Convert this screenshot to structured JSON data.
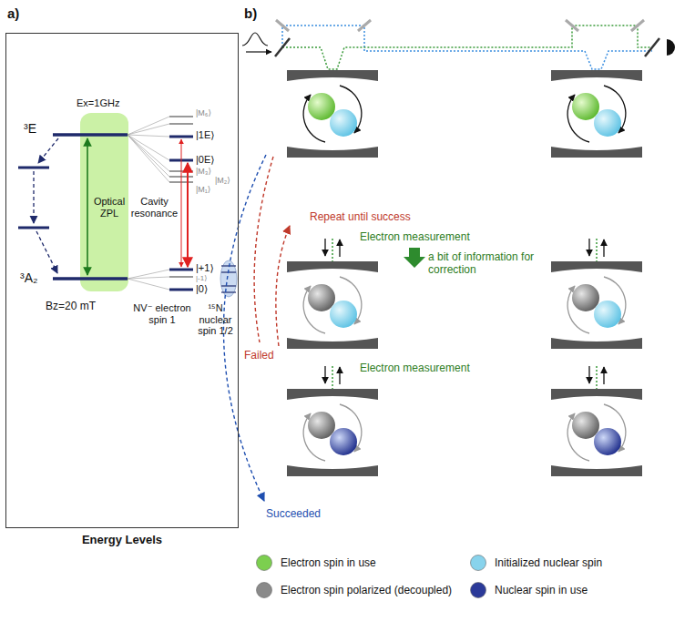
{
  "diagram": {
    "nodes": [
      {
        "text": [
          "Energy Levels"
        ]
      }
    ],
    "labels": [
      "a)",
      "b)",
      "Ex=1GHz",
      "³E",
      "|M₆⟩",
      "|1E⟩",
      "|0E⟩",
      "|M₃⟩",
      "|M₂⟩",
      "|M₁⟩",
      "Optical ZPL",
      "Cavity resonance",
      "³A₂",
      "|+1⟩",
      "|-1⟩",
      "|0⟩",
      "Bz=20 mT",
      "NV⁻ electron spin 1",
      "¹⁵N nuclear spin 1/2",
      "Repeat until success",
      "Electron measurement",
      "a bit of information for correction",
      "Failed",
      "Electron measurement",
      "Succeeded"
    ],
    "legend": [
      {
        "text": "Electron spin in use",
        "color": "#7ccf4f"
      },
      {
        "text": "Initialized nuclear spin",
        "color": "#88d3ec"
      },
      {
        "text": "Electron spin polarized (decoupled)",
        "color": "#8a8a8a"
      },
      {
        "text": "Nuclear spin in use",
        "color": "#2b3a99"
      }
    ]
  }
}
